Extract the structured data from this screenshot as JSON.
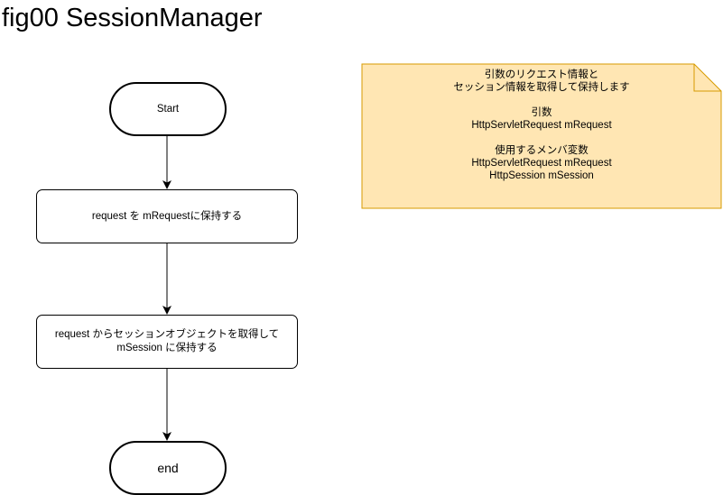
{
  "title": "fig00 SessionManager",
  "colors": {
    "note_fill": "#ffe6b3",
    "note_stroke": "#d79b00",
    "line": "#000000"
  },
  "flow": {
    "start": "Start",
    "step1": "request を mRequestに保持する",
    "step2": "request からセッションオブジェクトを取得して\nmSession に保持する",
    "end": "end"
  },
  "note": {
    "description": "引数のリクエスト情報と\nセッション情報を取得して保持します",
    "args": "引数\nHttpServletRequest mRequest",
    "members": "使用するメンバ変数\nHttpServletRequest mRequest\nHttpSession mSession"
  }
}
